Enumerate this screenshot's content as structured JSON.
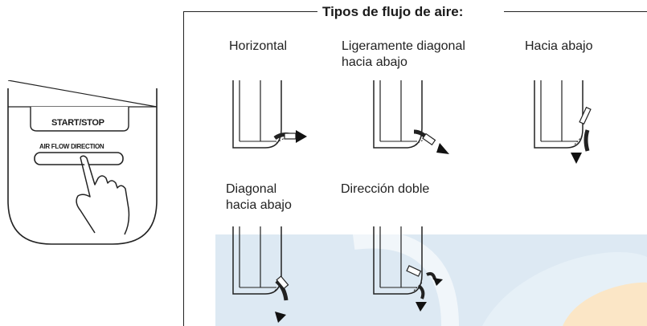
{
  "section_title": "Tipos de flujo de aire:",
  "remote": {
    "start_stop_label": "START/STOP",
    "air_flow_label": "AIR FLOW DIRECTION"
  },
  "flow_types": [
    {
      "line1": "Horizontal",
      "line2": ""
    },
    {
      "line1": "Ligeramente diagonal",
      "line2": "hacia abajo"
    },
    {
      "line1": "Hacia abajo",
      "line2": ""
    },
    {
      "line1": "Diagonal",
      "line2": "hacia abajo"
    },
    {
      "line1": "Dirección doble",
      "line2": ""
    }
  ],
  "colors": {
    "watermark_blue": "#dde9f3",
    "watermark_orange": "#fbe6c6",
    "line": "#222222"
  }
}
